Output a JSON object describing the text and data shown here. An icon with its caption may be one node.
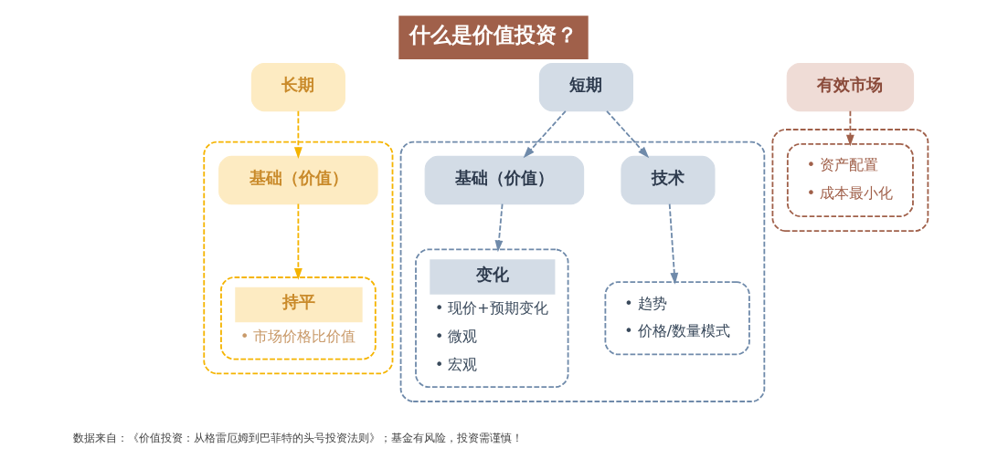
{
  "diagram": {
    "title": "什么是价值投资？",
    "nodes": [
      {
        "text": [],
        "shape": "box"
      },
      {
        "text": [
          "长期"
        ]
      },
      {
        "text": [
          "基础（价值）"
        ],
        "in": 0
      },
      {
        "text": [
          "持平",
          "• 市场价格比价值"
        ],
        "in": 0
      },
      {
        "text": [],
        "shape": "box"
      },
      {
        "text": [
          "短期"
        ]
      },
      {
        "text": [
          "基础（价值）"
        ],
        "in": 4
      },
      {
        "text": [
          "技术"
        ],
        "in": 4
      },
      {
        "text": [
          "变化",
          "• 现价+预期变化",
          "• 微观",
          "• 宏观"
        ],
        "in": 4
      },
      {
        "text": [
          "• 趋势",
          "• 价格/数量模式"
        ],
        "in": 4
      },
      {
        "text": [],
        "shape": "box"
      },
      {
        "text": [
          "有效市场"
        ]
      },
      {
        "text": [
          "• 资产配置",
          "• 成本最小化"
        ],
        "in": 10
      }
    ],
    "edges": [
      {
        "from": 1,
        "to": 2,
        "arrow": "to",
        "style": "dashed",
        "color": "#f5b400"
      },
      {
        "from": 2,
        "to": 3,
        "arrow": "to",
        "style": "dashed",
        "color": "#f5b400"
      },
      {
        "from": 5,
        "to": 6,
        "arrow": "to",
        "style": "dashed"
      },
      {
        "from": 5,
        "to": 7,
        "arrow": "to",
        "style": "dashed"
      },
      {
        "from": 6,
        "to": 8,
        "arrow": "to",
        "style": "dashed"
      },
      {
        "from": 7,
        "to": 9,
        "arrow": "to",
        "style": "dashed"
      },
      {
        "from": 11,
        "to": 12,
        "arrow": "to",
        "style": "dashed",
        "color": "#a0604a"
      }
    ],
    "labels": [
      "数据来自：《价值投资：从格雷厄姆到巴菲特的头号投资法则》；基金有风险，投资需谨慎！"
    ]
  }
}
